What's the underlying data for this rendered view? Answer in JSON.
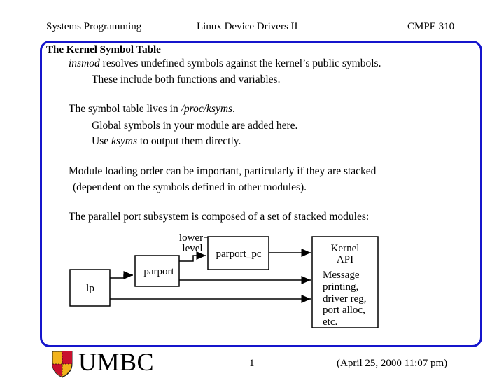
{
  "header": {
    "course_title": "Systems Programming",
    "lecture_title": "Linux Device Drivers II",
    "course_code": "CMPE 310"
  },
  "slide": {
    "heading": "The Kernel Symbol Table",
    "l1_cmd": "insmod",
    "l1_rest": "resolves undefined symbols against the kernel’s public symbols.",
    "l2": "These include both functions and variables.",
    "l3_pre": "The symbol table lives in ",
    "l3_path": "/proc/ksyms",
    "l3_post": ".",
    "l4": "Global symbols in your module are added here.",
    "l5_pre": "Use ",
    "l5_cmd": "ksyms",
    "l5_post": " to output them directly.",
    "l6": "Module loading order can be important, particularly if they are stacked",
    "l7": "(dependent on the symbols defined in other modules).",
    "l8": "The parallel port subsystem is composed of a set of stacked modules:"
  },
  "diagram": {
    "lower_level": [
      "lower",
      "level"
    ],
    "boxes": {
      "parport_pc": "parport_pc",
      "parport": "parport",
      "lp": "lp"
    },
    "kernel_api_title": [
      "Kernel",
      "API"
    ],
    "kernel_api_items": [
      "Message",
      "printing,",
      "driver reg,",
      "port alloc,",
      "etc."
    ]
  },
  "footer": {
    "logo_text": "UMBC",
    "page_number": "1",
    "date": "(April 25, 2000 11:07 pm)"
  },
  "colors": {
    "frame": "#1515cc",
    "seal_red": "#c8102e",
    "seal_gold": "#f2b31b"
  }
}
